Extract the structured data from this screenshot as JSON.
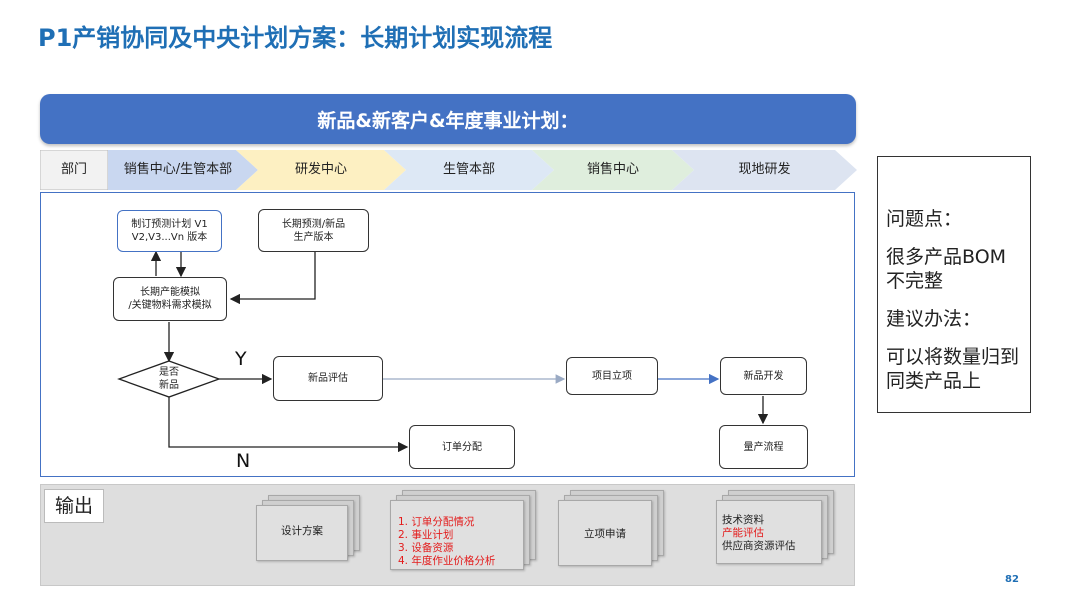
{
  "title": "P1产销协同及中央计划方案：长期计划实现流程",
  "banner": "新品&新客户&年度事业计划：",
  "lanes": {
    "header": "部门",
    "items": [
      "销售中心/生管本部",
      "研发中心",
      "生管本部",
      "销售中心",
      "现地研发"
    ],
    "colors": [
      "#c9d7f0",
      "#fdf0c2",
      "#dde8f5",
      "#dfeedd",
      "#dde4f1"
    ]
  },
  "flow": {
    "nodes": {
      "forecast": "制订预测计划 V1\nV2,V3...Vn 版本",
      "long_forecast": "长期预测/新品\n生产版本",
      "simulation": "长期产能模拟\n/关键物料需求模拟",
      "decision": "是否\n新品",
      "evaluation": "新品评估",
      "project": "项目立项",
      "development": "新品开发",
      "order": "订单分配",
      "mass": "量产流程"
    },
    "yes_label": "Y",
    "no_label": "N"
  },
  "output": {
    "label": "输出",
    "docs": {
      "design": "设计方案",
      "orders": [
        {
          "text": "1. 订单分配情况",
          "red": true
        },
        {
          "text": "2. 事业计划",
          "red": true
        },
        {
          "text": "3. 设备资源",
          "red": true
        },
        {
          "text": "4. 年度作业价格分析",
          "red": true
        }
      ],
      "project": "立项申请",
      "tech": [
        {
          "text": "技术资料",
          "red": false
        },
        {
          "text": "产能评估",
          "red": true
        },
        {
          "text": "供应商资源评估",
          "red": false
        }
      ]
    }
  },
  "side": {
    "problem_title": "问题点：",
    "problem_text": "很多产品BOM不完整",
    "advice_title": "建议办法：",
    "advice_text": "可以将数量归到同类产品上"
  },
  "page_number": "82"
}
